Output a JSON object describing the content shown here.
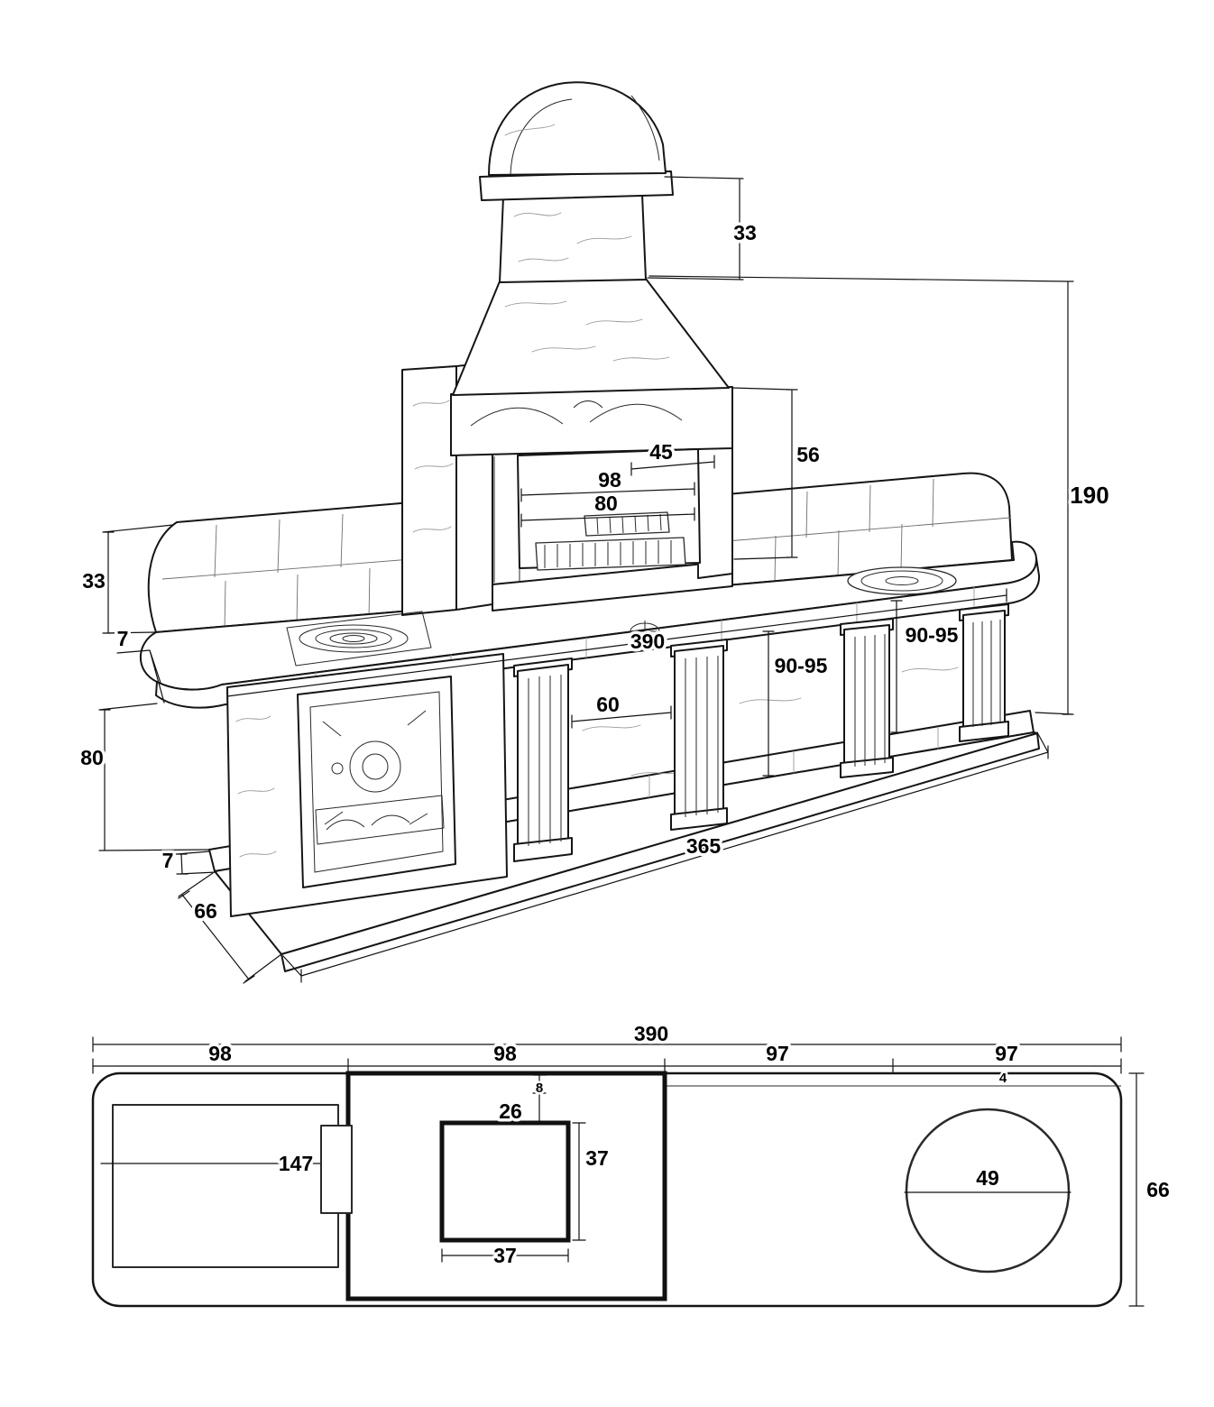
{
  "perspective": {
    "dims": {
      "chimney_top": "33",
      "total_height": "190",
      "hood_mouth": "45",
      "firebox_width": "98",
      "firebox_height": "80",
      "hearth_to_hood": "56",
      "splashback_height": "33",
      "worktop_thickness": "7",
      "worktop_length": "390",
      "pillar_clearance_right": "90-95",
      "pillar_clearance_mid": "90-95",
      "niche_width": "60",
      "understructure_height": "80",
      "base_slab_thickness": "7",
      "base_depth": "66",
      "base_length": "365"
    }
  },
  "plan": {
    "dims": {
      "total_length": "390",
      "segment_1": "98",
      "segment_2": "98",
      "segment_3": "97",
      "segment_4": "97",
      "back_gap": "8",
      "grill_front_offset": "26",
      "left_worktop": "147",
      "grill_depth": "37",
      "grill_width": "37",
      "sink_diameter": "49",
      "total_depth": "66",
      "rim_offset": "4"
    }
  }
}
